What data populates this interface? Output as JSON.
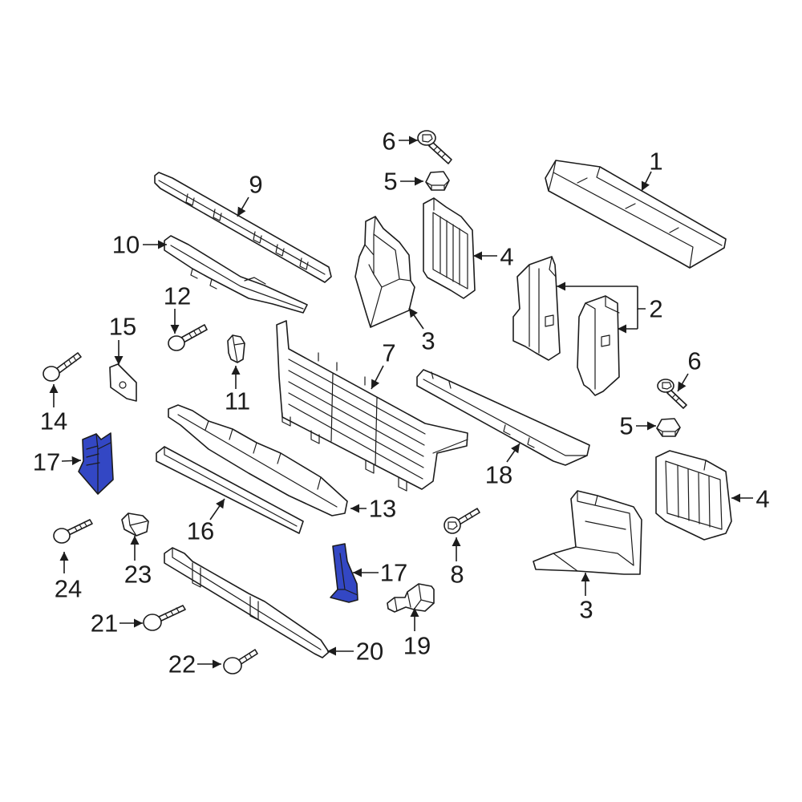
{
  "colors": {
    "highlight": "#3347c4",
    "outline": "#1c1c1c",
    "background": "#ffffff"
  },
  "callouts": {
    "c1": "1",
    "c2": "2",
    "c3_upper": "3",
    "c3_lower": "3",
    "c4_upper": "4",
    "c4_lower": "4",
    "c5_upper": "5",
    "c5_lower": "5",
    "c6_upper": "6",
    "c6_lower": "6",
    "c7": "7",
    "c8": "8",
    "c9": "9",
    "c10": "10",
    "c11": "11",
    "c12": "12",
    "c13": "13",
    "c14": "14",
    "c15": "15",
    "c16": "16",
    "c17_left": "17",
    "c17_center": "17",
    "c18": "18",
    "c19": "19",
    "c20": "20",
    "c21": "21",
    "c22": "22",
    "c23": "23",
    "c24": "24"
  }
}
